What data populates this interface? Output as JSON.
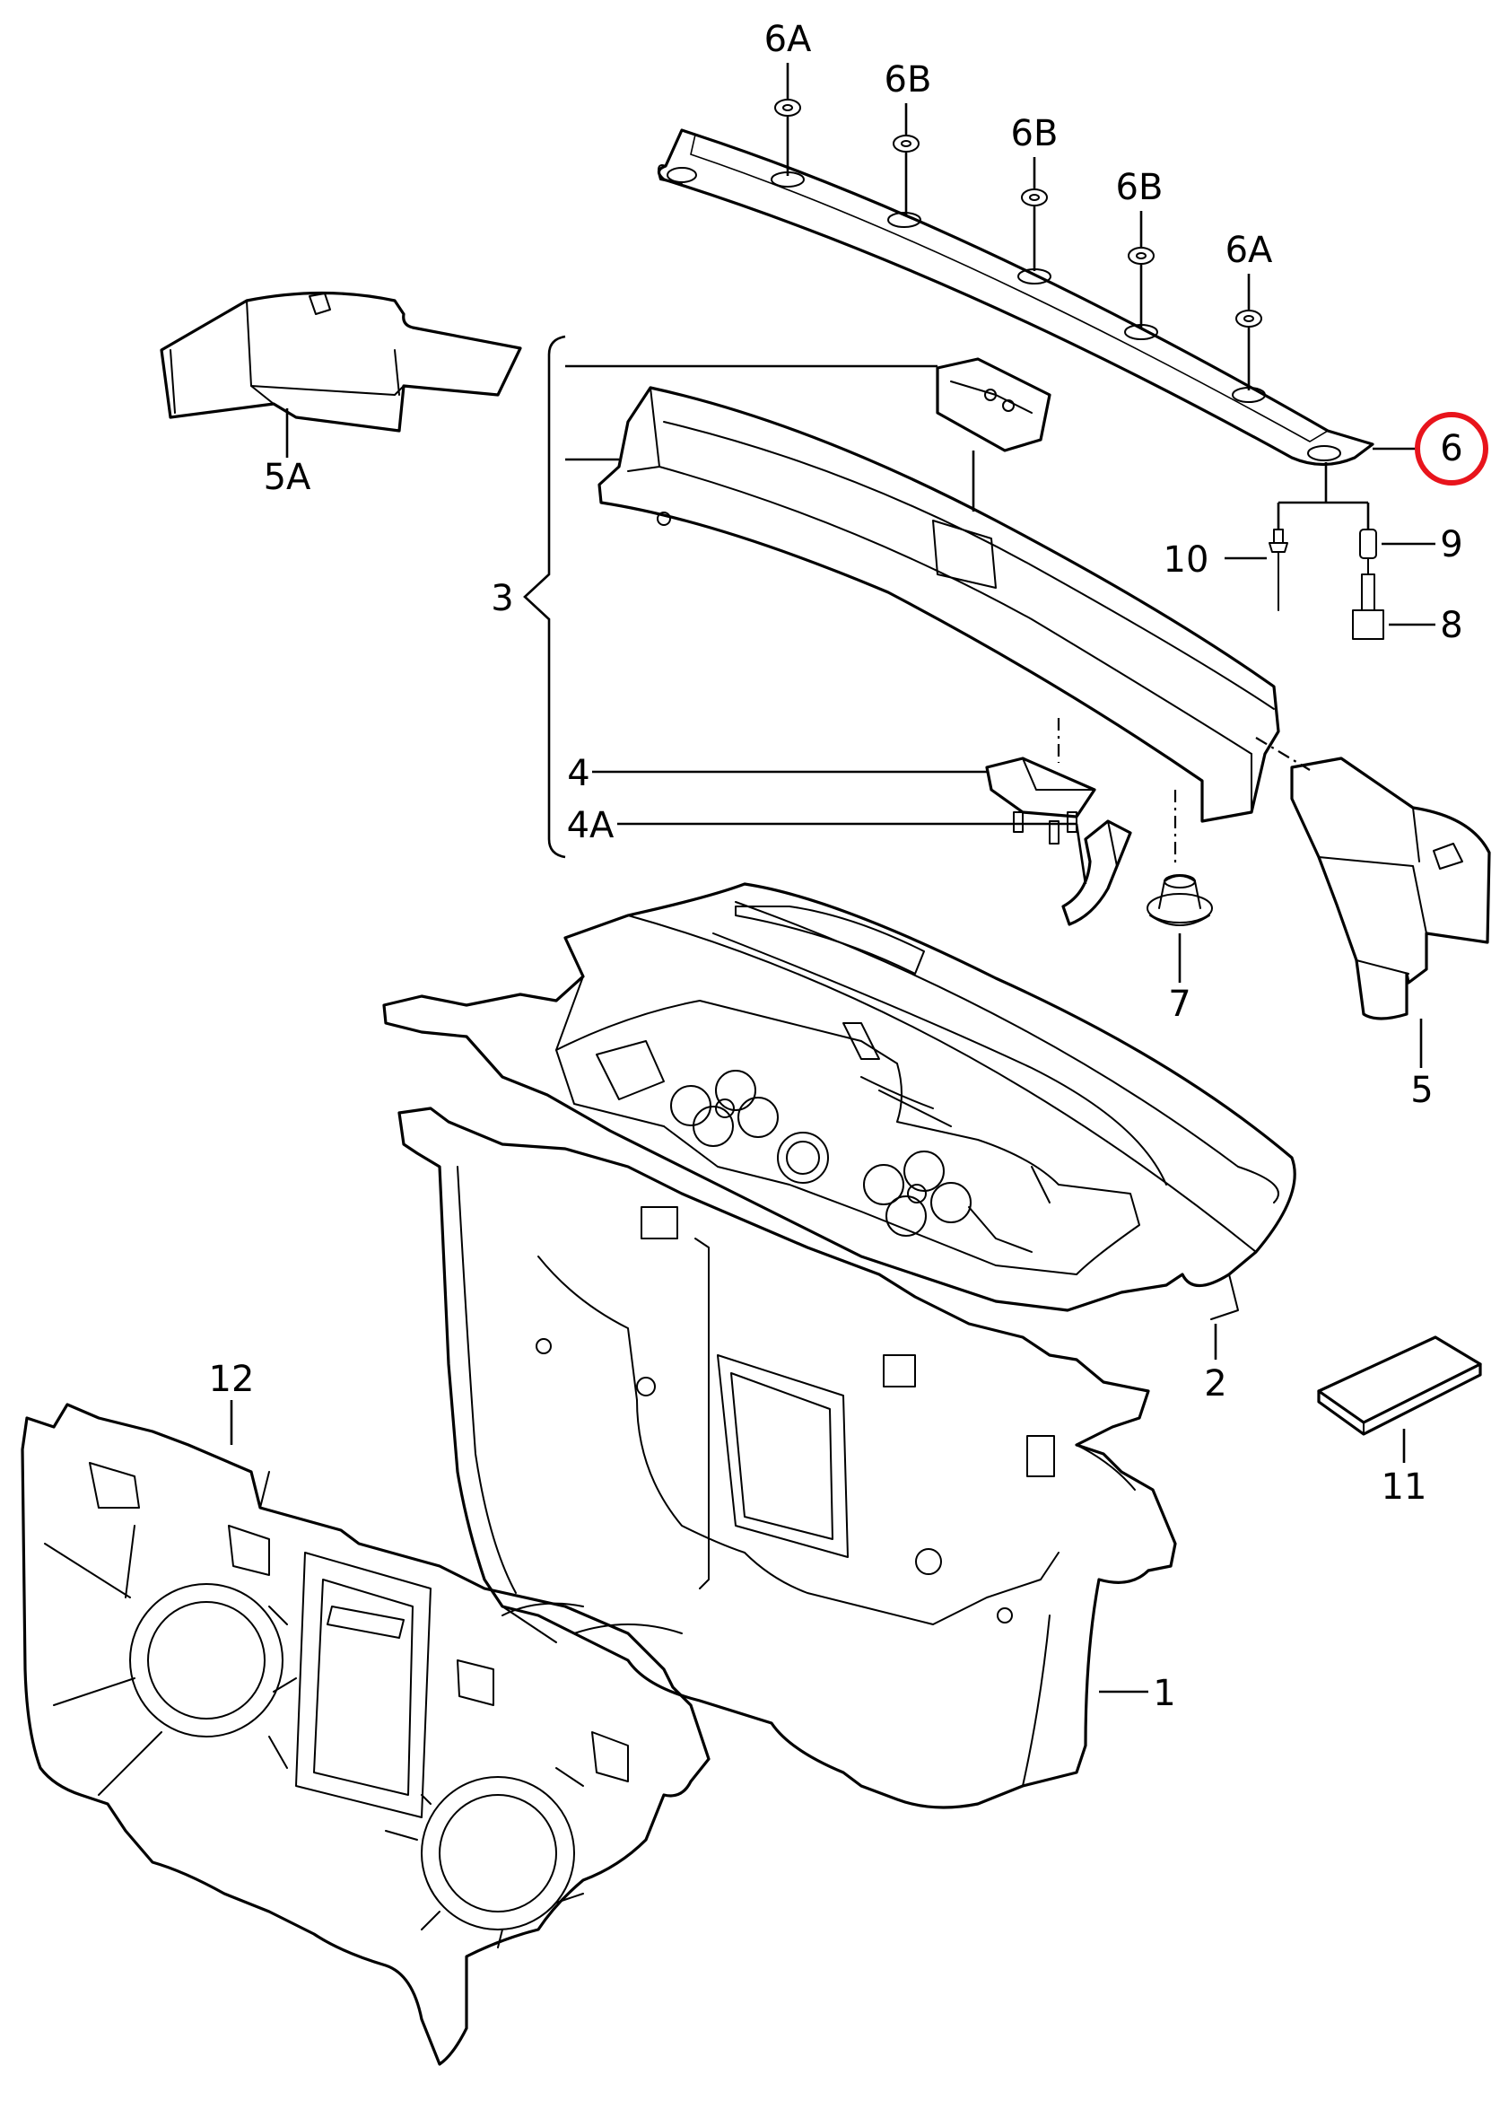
{
  "labels": {
    "l6A_top": "6A",
    "l6B_1": "6B",
    "l6B_2": "6B",
    "l6B_3": "6B",
    "l6A_right": "6A",
    "l6": "6",
    "l5A": "5A",
    "l3": "3",
    "l10": "10",
    "l9": "9",
    "l8": "8",
    "l4": "4",
    "l4A": "4A",
    "l7": "7",
    "l5": "5",
    "l2": "2",
    "l12": "12",
    "l11": "11",
    "l1": "1"
  },
  "highlight": {
    "label": "6",
    "color": "#e8141c"
  }
}
